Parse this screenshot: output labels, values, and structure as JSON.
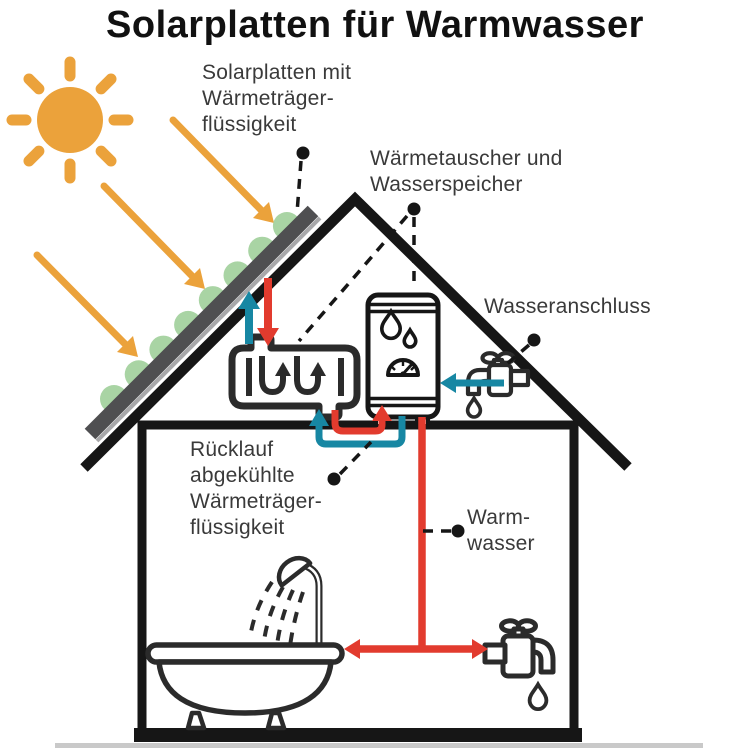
{
  "title": "Solarplatten für Warmwasser",
  "labels": {
    "solar_panel": "Solarplatten mit\nWärmeträger-\nflüssigkeit",
    "heat_exchanger": "Wärmetauscher und\nWasserspeicher",
    "water_connection": "Wasseranschluss",
    "return_flow": "Rücklauf\nabgekühlte\nWärmeträger-\nflüssigkeit",
    "hot_water": "Warm-\nwasser"
  },
  "colors": {
    "orange": "#EBA23B",
    "red": "#E23B2E",
    "teal": "#1787A3",
    "green": "#A9D4A4",
    "panelgray": "#4F4F51",
    "panellight": "#A8A8AA",
    "line": "#161616",
    "icon": "#2B2B2B",
    "text": "#3A3A3A",
    "shadow": "#C9C9C9"
  },
  "icons": {
    "sun": "sun-icon",
    "sun_ray": "sun-ray-icon",
    "sunlight_arrow": "sunlight-arrow-icon",
    "solar_panel": "solar-panel-icon",
    "house": "house-outline-icon",
    "heat_exchanger": "heat-exchanger-coil-icon",
    "water_tank": "water-tank-icon",
    "water_drop": "water-drop-icon",
    "gauge": "gauge-icon",
    "faucet": "faucet-icon",
    "bathtub": "bathtub-icon",
    "shower": "shower-head-icon",
    "hot_flow_arrow": "hot-flow-arrow-icon",
    "cold_flow_arrow": "cold-flow-arrow-icon",
    "callout_dot": "callout-dot"
  }
}
